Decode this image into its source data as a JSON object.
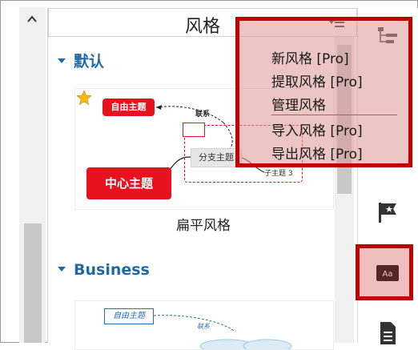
{
  "panel": {
    "title": "风格"
  },
  "sections": [
    {
      "heading": "默认",
      "style_name": "扁平风格",
      "preview": {
        "free_topic": "自由主题",
        "central_topic": "中心主题",
        "branch_topic": "分支主题",
        "relationship": "联系",
        "subtopic": "子主题 3"
      }
    },
    {
      "heading": "Business",
      "preview": {
        "free_topic": "自由主题",
        "relationship": "联系"
      }
    }
  ],
  "menu": {
    "items": [
      {
        "label": "新风格 [Pro]"
      },
      {
        "label": "提取风格 [Pro]"
      },
      {
        "label": "管理风格"
      },
      {
        "label": "导入风格 [Pro]"
      },
      {
        "label": "导出风格 [Pro]"
      }
    ]
  },
  "colors": {
    "accent_red": "#e8111e",
    "heading_blue": "#1f6aa5",
    "highlight_red": "#c00000"
  },
  "toolbar_icons": [
    "layout-icon",
    "flag-icon",
    "format-icon",
    "document-icon"
  ]
}
